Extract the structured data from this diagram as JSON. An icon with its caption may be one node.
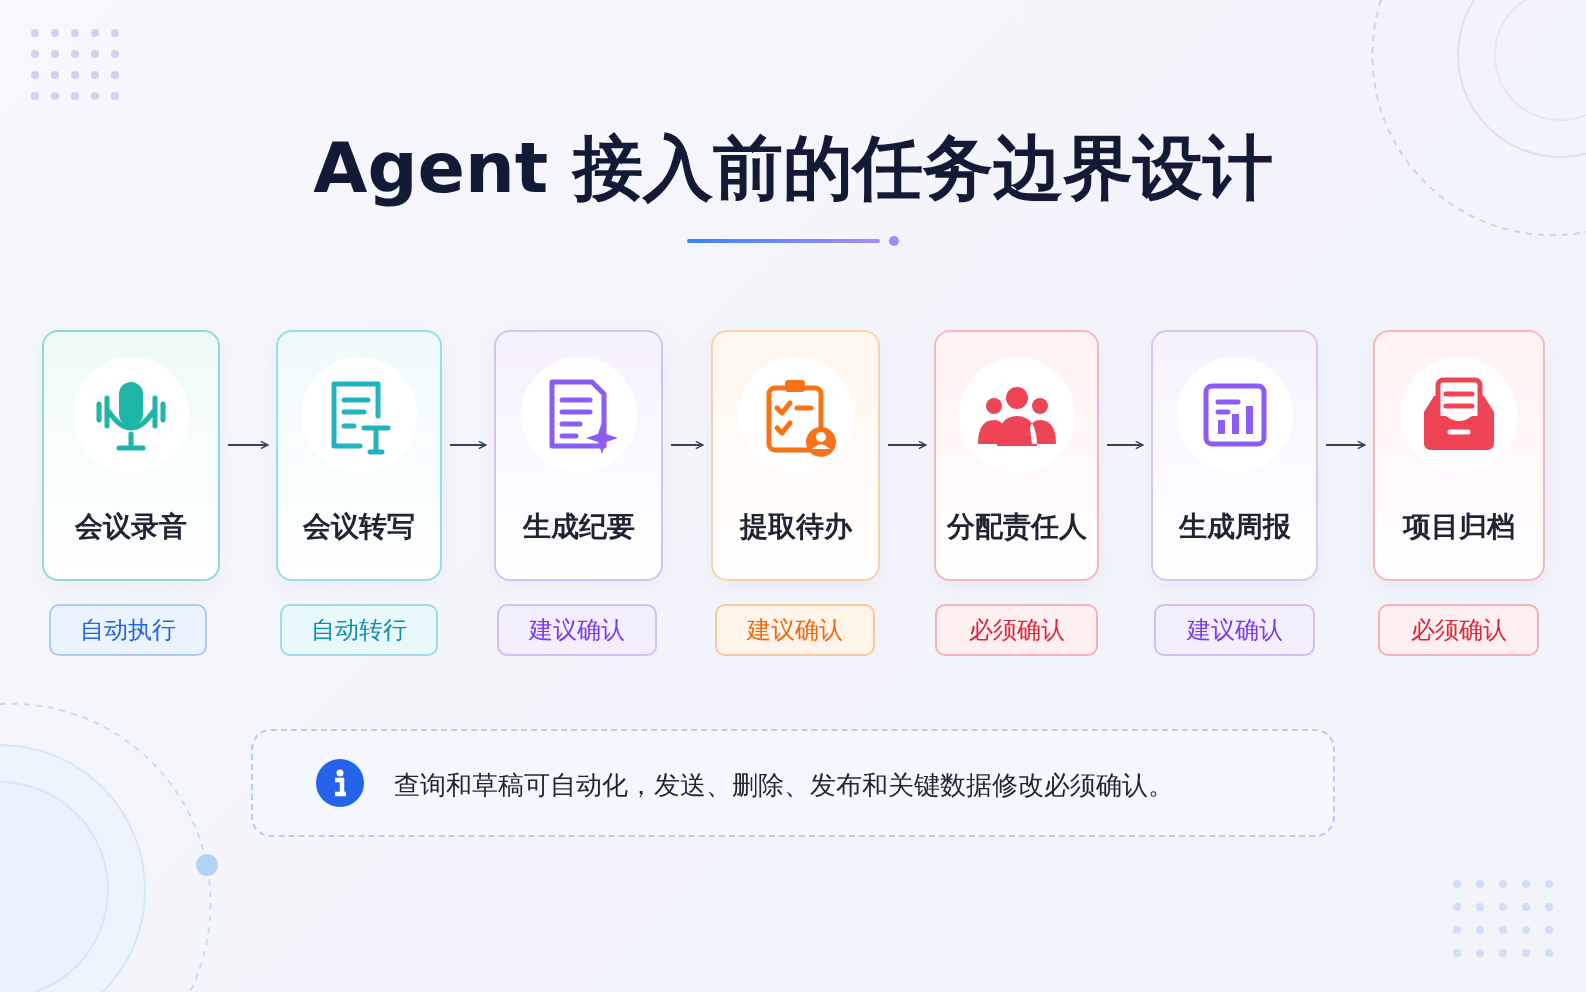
{
  "diagram": {
    "title": "Agent 接入前的任务边界设计",
    "nodes": [
      {
        "text": [
          "会议录音"
        ]
      },
      {
        "text": [
          "会议转写"
        ]
      },
      {
        "text": [
          "生成纪要"
        ]
      },
      {
        "text": [
          "提取待办"
        ]
      },
      {
        "text": [
          "分配责任人"
        ]
      },
      {
        "text": [
          "生成周报"
        ]
      },
      {
        "text": [
          "项目归档"
        ]
      },
      {
        "text": [
          "自动执行"
        ]
      },
      {
        "text": [
          "自动转行"
        ]
      },
      {
        "text": [
          "建议确认"
        ]
      },
      {
        "text": [
          "建议确认"
        ]
      },
      {
        "text": [
          "必须确认"
        ]
      },
      {
        "text": [
          "建议确认"
        ]
      },
      {
        "text": [
          "必须确认"
        ]
      },
      {
        "text": [
          "查询和草稿可自动化，发送、删除、发布和关键数据修改必须确认。"
        ]
      }
    ],
    "edges": [
      {
        "from": 0,
        "to": 1,
        "arrow": "to"
      },
      {
        "from": 1,
        "to": 2,
        "arrow": "to"
      },
      {
        "from": 2,
        "to": 3,
        "arrow": "to"
      },
      {
        "from": 3,
        "to": 4,
        "arrow": "to"
      },
      {
        "from": 4,
        "to": 5,
        "arrow": "to"
      },
      {
        "from": 5,
        "to": 6,
        "arrow": "to"
      }
    ]
  }
}
